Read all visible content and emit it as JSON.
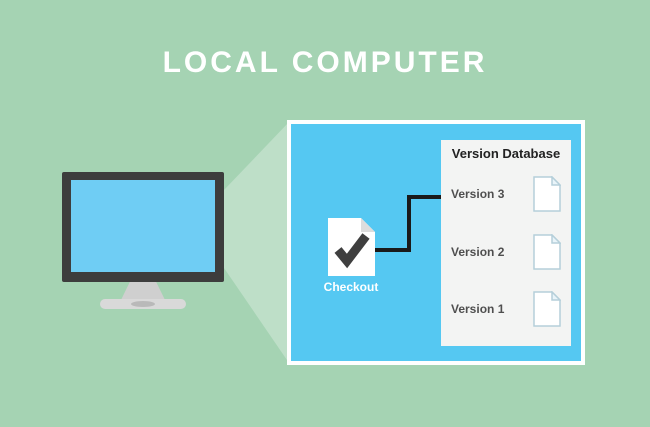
{
  "title": "LOCAL COMPUTER",
  "panel": {
    "checkout_label": "Checkout",
    "database": {
      "title": "Version Database",
      "versions": [
        {
          "label": "Version 3"
        },
        {
          "label": "Version 2"
        },
        {
          "label": "Version 1"
        }
      ]
    }
  },
  "icons": {
    "checkout": "file-checkmark-icon",
    "version_file": "file-icon",
    "monitor": "computer-monitor-icon"
  },
  "colors": {
    "background": "#a5d3b3",
    "panel_blue": "#55c8f2",
    "screen_blue": "#6fcdf4",
    "database_bg": "#f3f4f3",
    "title_text": "#ffffff",
    "connector": "#1a1a1a",
    "checkmark": "#3f3f3f"
  }
}
